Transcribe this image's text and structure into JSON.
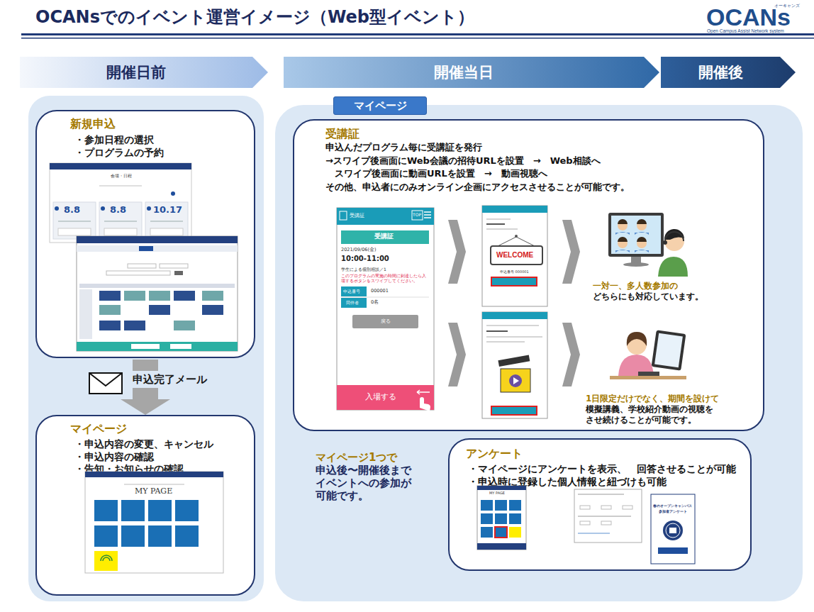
{
  "diagram": {
    "title": "OCANsでのイベント運営イメージ（Web型イベント）",
    "nodes": [
      {
        "text": [
          "開催日前"
        ]
      },
      {
        "text": [
          "開催当日"
        ]
      },
      {
        "text": [
          "開催後"
        ]
      },
      {
        "text": [
          "新規申込",
          "・参加日程の選択",
          "・プログラムの予約"
        ]
      },
      {
        "text": [
          "マイページ",
          "・申込内容の変更、キャンセル",
          "・申込内容の確認",
          "・告知・お知らせの確認"
        ]
      },
      {
        "text": [
          "マイページ"
        ]
      },
      {
        "text": [
          "受講証",
          "申込んだプログラム毎に受講証を発行",
          "→スワイプ後画面にWeb会議の招待URLを設置　→　Web相談へ",
          "　スワイプ後画面に動画URLを設置　→　動画視聴へ",
          "その他、申込者にのみオンライン企画にアクセスさせることが可能です。"
        ],
        "in": 5
      },
      {
        "text": [
          "アンケート",
          "・マイページにアンケートを表示、　回答させることが可能",
          "・申込時に登録した個人情報と紐づけも可能"
        ],
        "in": 5
      }
    ],
    "edges": [
      {
        "from": 3,
        "to": 4,
        "arrow": "to",
        "label": "申込完了メール"
      }
    ],
    "labels": [
      "OCANs",
      "オーキャンズ",
      "Open Campus Assist Network system",
      "マイページ1つで 申込後〜開催後まで イベントへの参加が 可能です。",
      "一対一、多人数参加の どちらにも対応しています。",
      "1日限定だけでなく、期間を設けて 模擬講義、学校紹介動画の視聴を させ続けることが可能です。",
      "受講証",
      "TOP",
      "受講証",
      "2021/09/06(金)",
      "10:00-11:00",
      "学生による個別相談／1",
      "このプログラムの実施の時間に到達したら入場するボタンをスワイプしてください。",
      "申込番号",
      "000001",
      "同伴者",
      "0名",
      "戻る",
      "入場する",
      "WELCOME",
      "申込番号 000001",
      "会場・日程",
      "8.8",
      "8.8",
      "10.17",
      "MY PAGE",
      "MY PAGE",
      "春のオープンキャンパス",
      "参加者アンケート"
    ]
  }
}
